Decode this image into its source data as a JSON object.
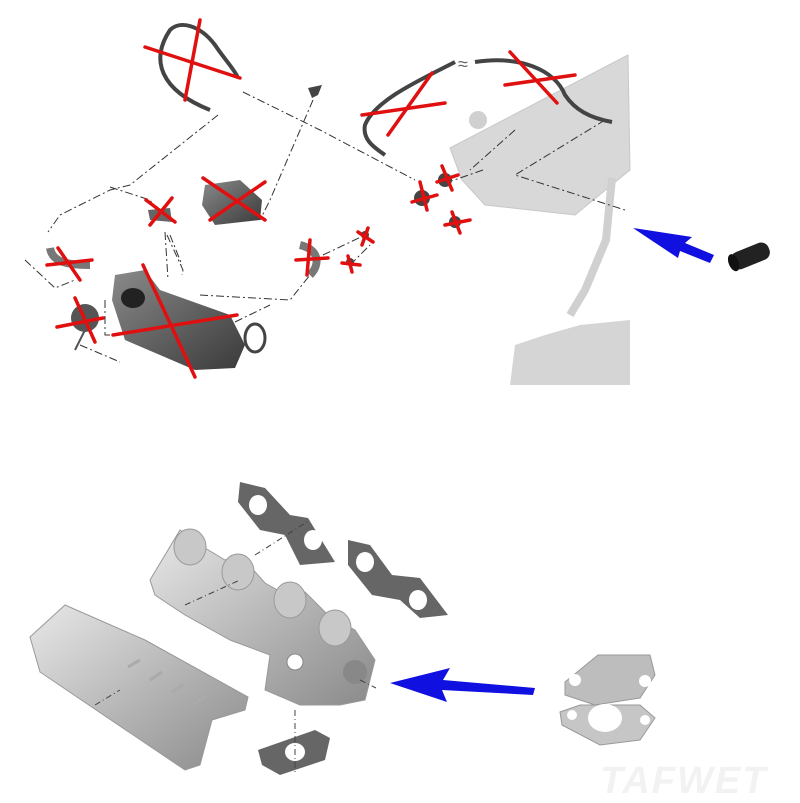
{
  "diagram": {
    "type": "exploded parts diagram",
    "top_section": {
      "description": "EGR cooler / valve assembly with hoses, removed parts crossed out",
      "crossed_out_parts": [
        "vacuum-hose-left",
        "vacuum-hose-right-1",
        "vacuum-hose-right-2",
        "egr-valve-actuator",
        "bracket-small",
        "coolant-pipe-elbow-left",
        "egr-cooler",
        "sensor-left",
        "coolant-elbow-right",
        "clip-1",
        "clip-2",
        "valve-cluster-1",
        "valve-cluster-2",
        "valve-cluster-3"
      ],
      "kept_parts": [
        "cylinder-head",
        "dipstick-tube",
        "oil-pan-section",
        "sensor-top"
      ],
      "replacement_part": "rubber-blanking-cap",
      "arrow_color": "#1010e0",
      "cross_color": "#e01010"
    },
    "bottom_section": {
      "description": "Exhaust manifold with heat shield and gaskets",
      "parts": [
        "heat-shield",
        "exhaust-manifold",
        "manifold-gasket-1",
        "manifold-gasket-2",
        "egr-port-gasket"
      ],
      "replacement_part": "egr-blanking-plate-with-gasket",
      "arrow_color": "#1010e0"
    },
    "watermark": "TAFWET"
  }
}
